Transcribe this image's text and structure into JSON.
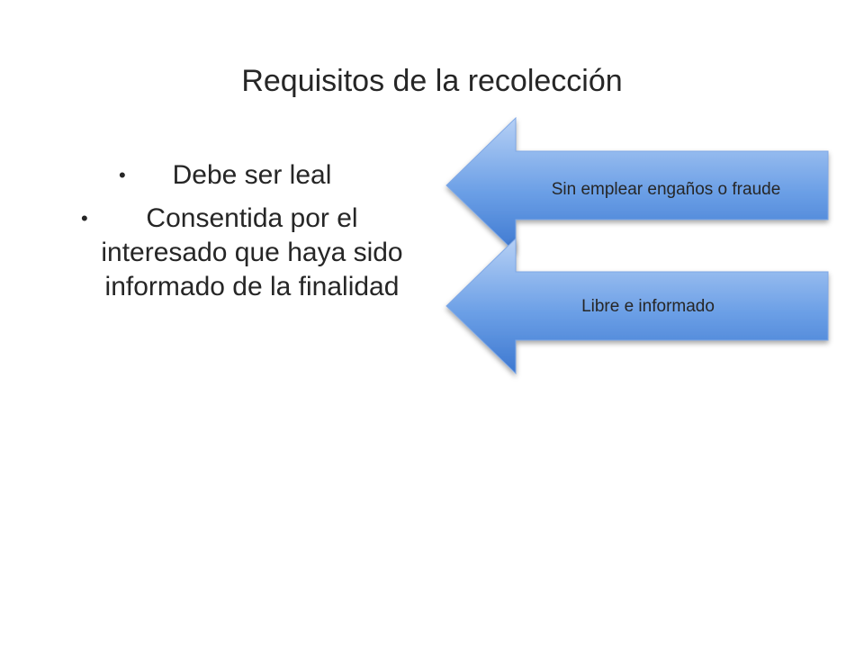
{
  "slide": {
    "title": "Requisitos de la recolección",
    "bullets": [
      {
        "text": "Debe ser leal"
      },
      {
        "text": "Consentida por el interesado que haya sido informado de la finalidad"
      }
    ],
    "arrows": [
      {
        "label": "Sin emplear engaños o fraude"
      },
      {
        "label": "Libre e informado"
      }
    ],
    "colors": {
      "arrow_fill_top": "#a9c8f2",
      "arrow_fill_bottom": "#3f7fd6",
      "text": "#262626"
    }
  }
}
